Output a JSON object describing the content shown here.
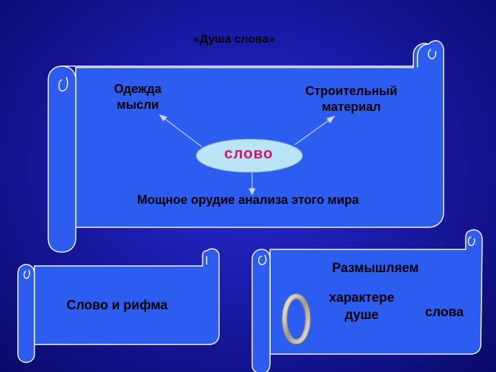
{
  "title": "«Душа слова»",
  "main_scroll": {
    "left_label": "Одежда мысли",
    "right_label": "Строительный материал",
    "center_word": "слово",
    "bottom_label": "Мощное орудие анализа этого мира"
  },
  "rhyme_scroll": {
    "label": "Слово и рифма"
  },
  "reflect_scroll": {
    "heading": "Размышляем",
    "letter": "о",
    "middle_text": "характере душе",
    "right_text": "слова"
  },
  "colors": {
    "background": "#1a1aa8",
    "scroll_fill": "#2d5cf0",
    "oval_fill": "#b9e4f5",
    "accent_word": "#d0186a",
    "arrow": "#c8d8ff"
  }
}
